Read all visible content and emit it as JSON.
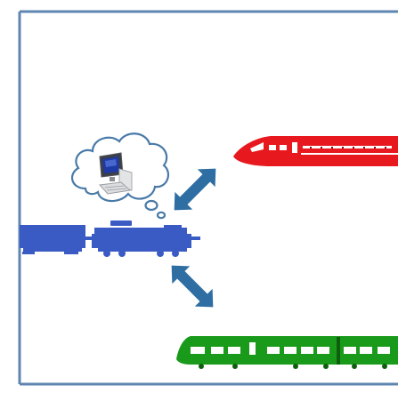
{
  "diagram": {
    "nodes": [
      {
        "id": "thought-bubble",
        "icon": "computer-icon"
      },
      {
        "id": "locomotive-with-freight-car",
        "color": "#3b5bc4"
      },
      {
        "id": "high-speed-train",
        "color": "#e8191e"
      },
      {
        "id": "green-train",
        "color": "#1a9a1a"
      }
    ],
    "edges": [
      {
        "from": "locomotive-with-freight-car",
        "to": "high-speed-train",
        "style": "double-arrow",
        "color": "#2f6ea3"
      },
      {
        "from": "locomotive-with-freight-car",
        "to": "green-train",
        "style": "double-arrow",
        "color": "#2f6ea3"
      }
    ]
  },
  "colors": {
    "frame": "#5f86b0",
    "arrow": "#2f6ea3",
    "locomotive": "#3b5bc4",
    "red_train": "#e8191e",
    "green_train": "#1a9a1a"
  }
}
